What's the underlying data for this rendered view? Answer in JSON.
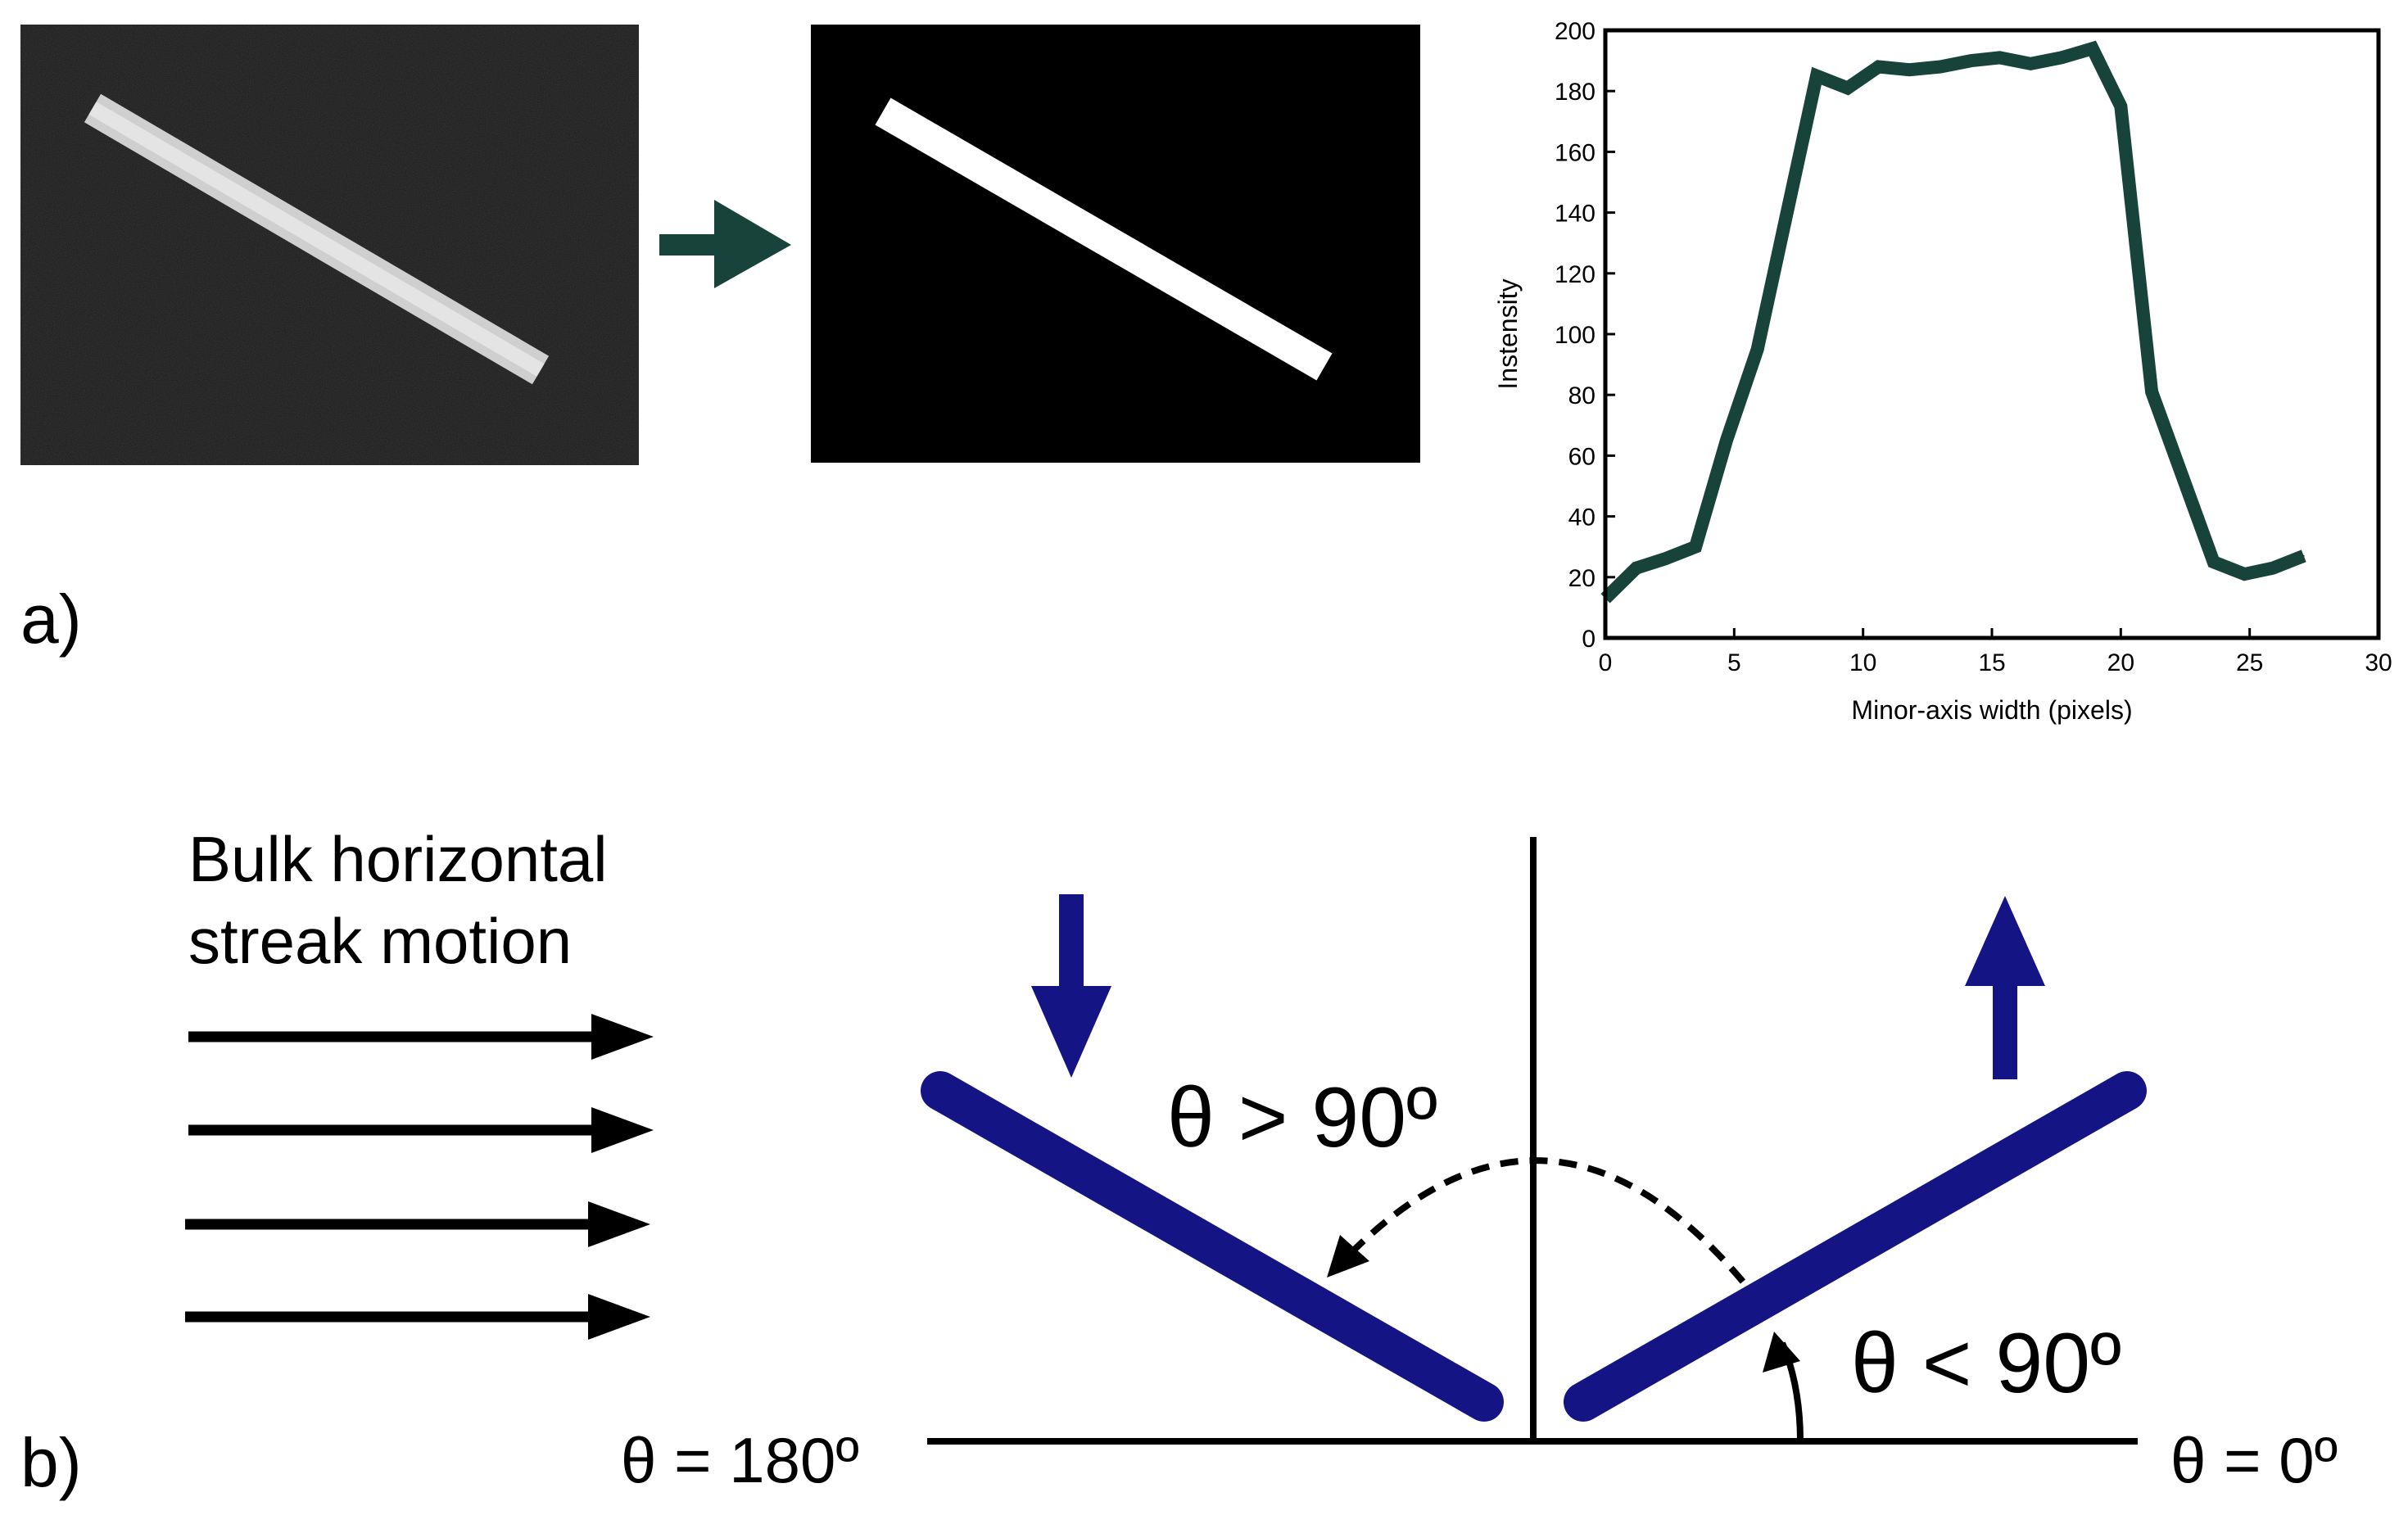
{
  "panel_labels": {
    "a": "a)",
    "b": "b)"
  },
  "colors": {
    "profile_line": "#17433b",
    "arrow_teal": "#17433b",
    "rod_blue": "#141485",
    "black": "#000000"
  },
  "chart_data": {
    "type": "line",
    "xlabel": "Minor-axis width (pixels)",
    "ylabel": "Instensity",
    "xlim": [
      0,
      30
    ],
    "ylim": [
      0,
      200
    ],
    "xticks": [
      "0",
      "5",
      "10",
      "15",
      "20",
      "25",
      "30"
    ],
    "yticks": [
      "0",
      "20",
      "40",
      "60",
      "80",
      "100",
      "120",
      "140",
      "160",
      "180",
      "200"
    ],
    "grid": false,
    "series": [
      {
        "x": [
          0,
          1.2,
          2.3,
          3.5,
          4.7,
          5.9,
          7.1,
          8.2,
          9.4,
          10.6,
          11.8,
          13.0,
          14.2,
          15.3,
          16.5,
          17.7,
          18.9,
          20.0,
          21.2,
          22.4,
          23.6,
          24.8,
          25.9,
          27.1
        ],
        "y": [
          13,
          23,
          26,
          30,
          65,
          95,
          142,
          185,
          181,
          188,
          187,
          188,
          190,
          191,
          189,
          191,
          194,
          175,
          81,
          53,
          25,
          21,
          23,
          27
        ]
      }
    ]
  },
  "diagram": {
    "streak_text": [
      "Bulk horizontal",
      "streak motion"
    ],
    "label_theta_gt_90": "θ > 90º",
    "label_theta_lt_90": "θ < 90º",
    "label_theta_180": "θ = 180º",
    "label_theta_0": "θ = 0º"
  }
}
